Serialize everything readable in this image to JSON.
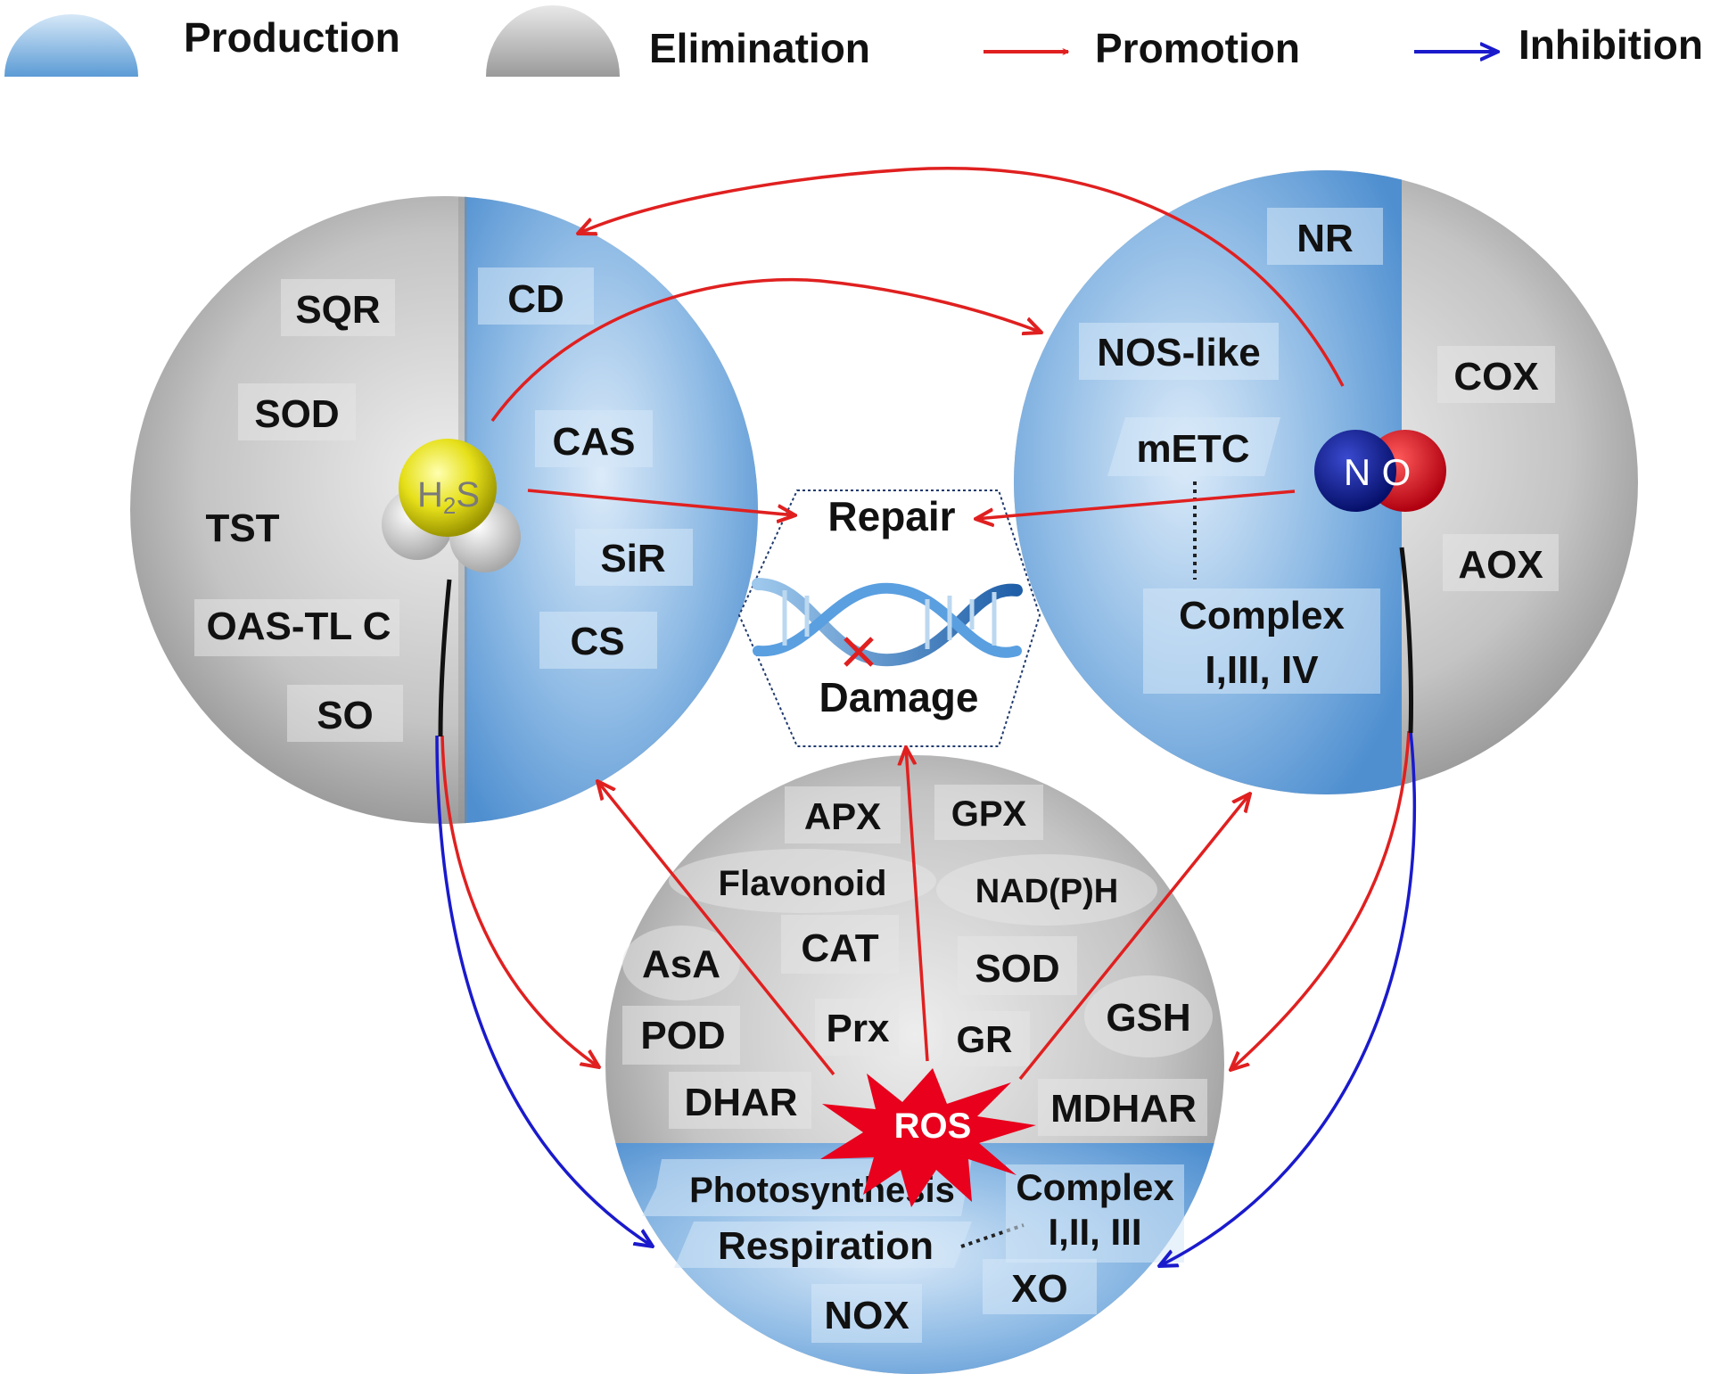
{
  "colors": {
    "production": "#5b9bd5",
    "elimination": "#a6a6a6",
    "promotion": "#e02020",
    "inhibition": "#1a1acc",
    "ros_burst": "#e8001c",
    "h2s_sulfur": "#e6e01a",
    "no_nitrogen": "#0b1a8c",
    "no_oxygen": "#e0001a"
  },
  "legend": {
    "production": "Production",
    "elimination": "Elimination",
    "promotion": "Promotion",
    "inhibition": "Inhibition"
  },
  "h2s": {
    "molecule_h": "H",
    "molecule_sub": "2",
    "molecule_s": "S",
    "elimination_enzymes": [
      "SQR",
      "SOD",
      "TST",
      "OAS-TL C",
      "SO"
    ],
    "production_enzymes": [
      "CD",
      "CAS",
      "SiR",
      "CS"
    ]
  },
  "no": {
    "atom_n": "N",
    "atom_o": "O",
    "production_enzymes": [
      "NR",
      "NOS-like",
      "mETC"
    ],
    "complex_line1": "Complex",
    "complex_line2": "I,III, IV",
    "elimination_enzymes": [
      "COX",
      "AOX"
    ]
  },
  "center": {
    "repair": "Repair",
    "damage": "Damage"
  },
  "ros": {
    "label": "ROS",
    "elimination": [
      "APX",
      "GPX",
      "Flavonoid",
      "NAD(P)H",
      "AsA",
      "CAT",
      "SOD",
      "POD",
      "Prx",
      "GR",
      "GSH",
      "DHAR",
      "MDHAR"
    ],
    "photosynthesis": "Photosynthesis",
    "respiration": "Respiration",
    "complex_line1": "Complex",
    "complex_line2": "I,II, III",
    "xo": "XO",
    "nox": "NOX"
  }
}
